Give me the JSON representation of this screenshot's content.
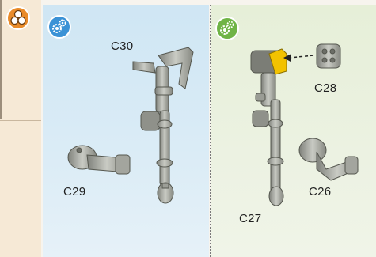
{
  "labels": {
    "c30": "C30",
    "c29": "C29",
    "c28": "C28",
    "c27": "C27",
    "c26": "C26"
  },
  "colors": {
    "orange_badge": "#e98b2a",
    "blue_badge": "#3b92d6",
    "green_badge": "#6fb446",
    "blue_panel": "#cfe6f4",
    "green_panel": "#e6efd8",
    "highlight_yellow": "#f2c200",
    "part_grey": "#a8aaa3"
  },
  "icons": {
    "parts_icon": "parts-cluster-icon",
    "step_blue_icon": "gears-icon",
    "step_green_icon": "gears-icon"
  }
}
